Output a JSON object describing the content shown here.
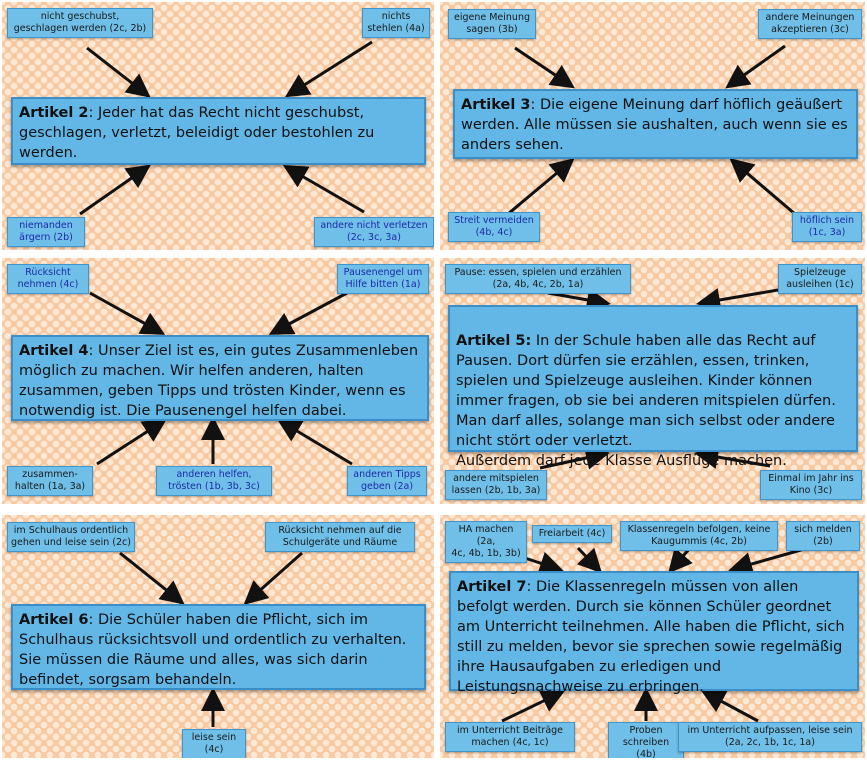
{
  "articles": [
    {
      "head": "Artikel 2",
      "body": ": Jeder hat das Recht nicht geschubst, geschlagen, verletzt, beleidigt oder bestohlen zu werden.",
      "notes": [
        "nicht geschubst,\ngeschlagen werden (2c, 2b)",
        "nichts\nstehlen (4a)",
        "niemanden\närgern (2b)",
        "andere nicht verletzen\n(2c, 3c, 3a)"
      ]
    },
    {
      "head": "Artikel 3",
      "body": ": Die eigene Meinung darf höflich geäußert werden. Alle müssen sie aushalten, auch wenn sie es anders sehen.",
      "notes": [
        "eigene Meinung\nsagen (3b)",
        "andere Meinungen\nakzeptieren (3c)",
        "Streit vermeiden\n(4b, 4c)",
        "höflich sein\n(1c, 3a)"
      ]
    },
    {
      "head": "Artikel 4",
      "body": ": Unser Ziel ist es, ein gutes Zusammenleben möglich zu machen. Wir helfen anderen, halten zusammen, geben Tipps und trösten Kinder, wenn es notwendig ist. Die Pausenengel helfen dabei.",
      "notes": [
        "Rücksicht\nnehmen (4c)",
        "Pausenengel um\nHilfe bitten (1a)",
        "zusammen-\nhalten (1a, 3a)",
        "anderen helfen,\ntrösten (1b, 3b, 3c)",
        "anderen Tipps\ngeben (2a)"
      ]
    },
    {
      "head": "Artikel 5:",
      "body": " In der Schule haben alle das Recht auf Pausen. Dort dürfen sie erzählen, essen, trinken, spielen und Spielzeuge ausleihen. Kinder können immer fragen, ob sie bei anderen mitspielen dürfen. Man darf alles, solange man sich selbst oder andere nicht stört oder verletzt.\nAußerdem darf jede Klasse Ausflüge machen.",
      "notes": [
        "Pause: essen, spielen und erzählen\n(2a, 4b, 4c, 2b, 1a)",
        "Spielzeuge\nausleihen (1c)",
        "andere mitspielen\nlassen (2b, 1b, 3a)",
        "Einmal im Jahr ins\nKino (3c)"
      ]
    },
    {
      "head": "Artikel 6",
      "body": ": Die Schüler haben die Pflicht, sich im Schulhaus rücksichtsvoll und ordentlich zu verhalten. Sie müssen die Räume und alles, was sich darin befindet, sorgsam behandeln.",
      "notes": [
        "im Schulhaus ordentlich\ngehen und leise sein (2c)",
        "Rücksicht nehmen auf die\nSchulgeräte und Räume",
        "leise sein\n(4c)"
      ]
    },
    {
      "head": "Artikel 7",
      "body": ": Die Klassenregeln müssen von allen befolgt werden. Durch sie können Schüler geordnet am Unterricht teilnehmen. Alle haben die Pflicht, sich still zu melden, bevor sie sprechen sowie regelmäßig ihre Hausaufgaben zu erledigen und Leistungsnachweise zu erbringen.",
      "notes": [
        "HA machen (2a,\n4c, 4b, 1b, 3b)",
        "Freiarbeit (4c)",
        "Klassenregeln befolgen, keine\nKaugummis (4c, 2b)",
        "sich melden\n(2b)",
        "im Unterricht Beiträge\nmachen (4c, 1c)",
        "Proben\nschreiben (4b)",
        "im Unterricht aufpassen, leise sein\n(2a, 2c, 1b, 1c, 1a)"
      ]
    }
  ]
}
